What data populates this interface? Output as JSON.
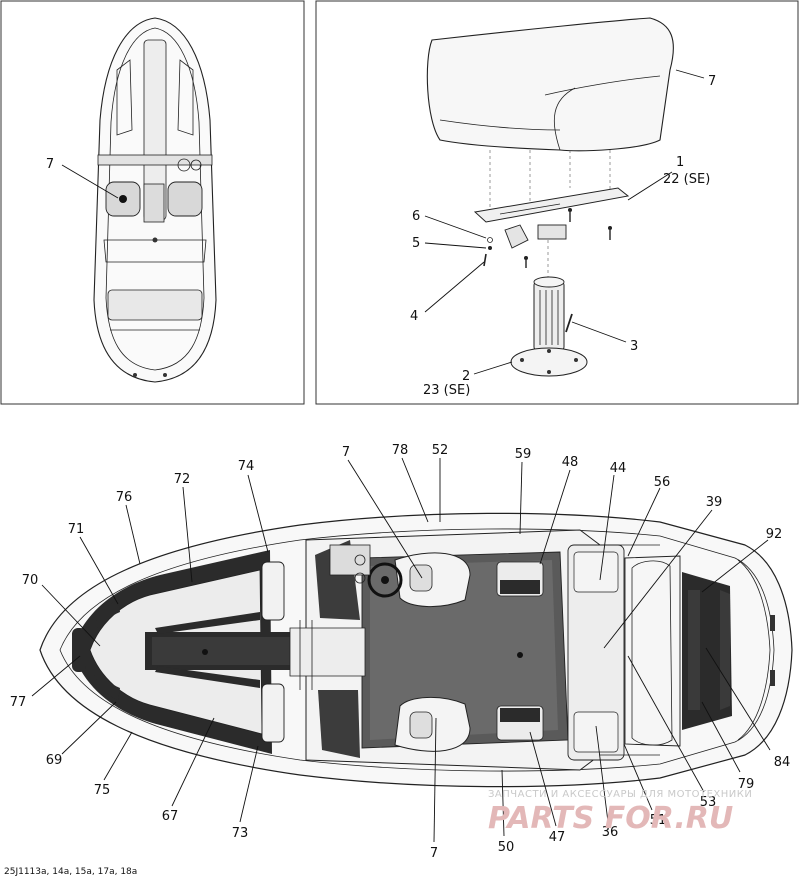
{
  "panels": {
    "overview": {
      "callouts": [
        {
          "text": "7"
        }
      ]
    },
    "seat": {
      "callouts": [
        {
          "text": "7"
        },
        {
          "text": "1"
        },
        {
          "text": "22 (SE)"
        },
        {
          "text": "6"
        },
        {
          "text": "5"
        },
        {
          "text": "4"
        },
        {
          "text": "3"
        },
        {
          "text": "2"
        },
        {
          "text": "23 (SE)"
        }
      ]
    },
    "deck": {
      "callouts": [
        {
          "text": "74"
        },
        {
          "text": "7"
        },
        {
          "text": "78"
        },
        {
          "text": "52"
        },
        {
          "text": "59"
        },
        {
          "text": "48"
        },
        {
          "text": "44"
        },
        {
          "text": "56"
        },
        {
          "text": "39"
        },
        {
          "text": "92"
        },
        {
          "text": "72"
        },
        {
          "text": "76"
        },
        {
          "text": "71"
        },
        {
          "text": "70"
        },
        {
          "text": "77"
        },
        {
          "text": "69"
        },
        {
          "text": "75"
        },
        {
          "text": "67"
        },
        {
          "text": "73"
        },
        {
          "text": "7"
        },
        {
          "text": "50"
        },
        {
          "text": "47"
        },
        {
          "text": "36"
        },
        {
          "text": "51"
        },
        {
          "text": "53"
        },
        {
          "text": "79"
        },
        {
          "text": "84"
        }
      ]
    }
  },
  "figure_code": "25J1113a, 14a, 15a, 17a, 18a",
  "watermark": {
    "tagline": "ЗАПЧАСТИ И АКСЕССУАРЫ ДЛЯ МОТОТЕХНИКИ",
    "brand": "PARTS FOR.RU"
  },
  "colors": {
    "line": "#111111",
    "dark_mat": "#2b2b2b",
    "light_fill": "#ececec",
    "watermark_red": "#e3b8b8",
    "watermark_grey": "#c9c9c9"
  }
}
